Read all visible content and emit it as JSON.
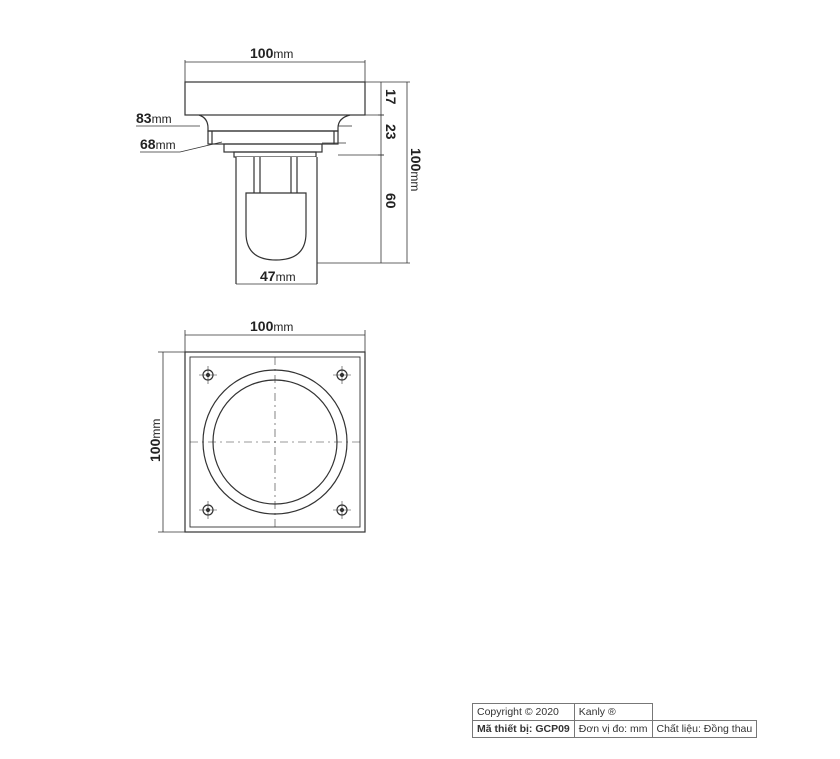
{
  "side_view": {
    "top_width": {
      "value": "100",
      "unit": "mm"
    },
    "flange_width": {
      "value": "83",
      "unit": "mm"
    },
    "neck_width": {
      "value": "68",
      "unit": "mm"
    },
    "body_width": {
      "value": "47",
      "unit": "mm"
    },
    "height_top": "17",
    "height_mid": "23",
    "height_bottom": "60",
    "total_height": {
      "value": "100",
      "unit": "mm"
    }
  },
  "top_view": {
    "width": {
      "value": "100",
      "unit": "mm"
    },
    "height": {
      "value": "100",
      "unit": "mm"
    }
  },
  "title_block": {
    "copyright": "Copyright © 2020",
    "brand": "Kanly ®",
    "code": "Mã thiết bị: GCP09",
    "unit": "Đơn vị đo: mm",
    "material": "Chất liệu: Đồng thau"
  }
}
